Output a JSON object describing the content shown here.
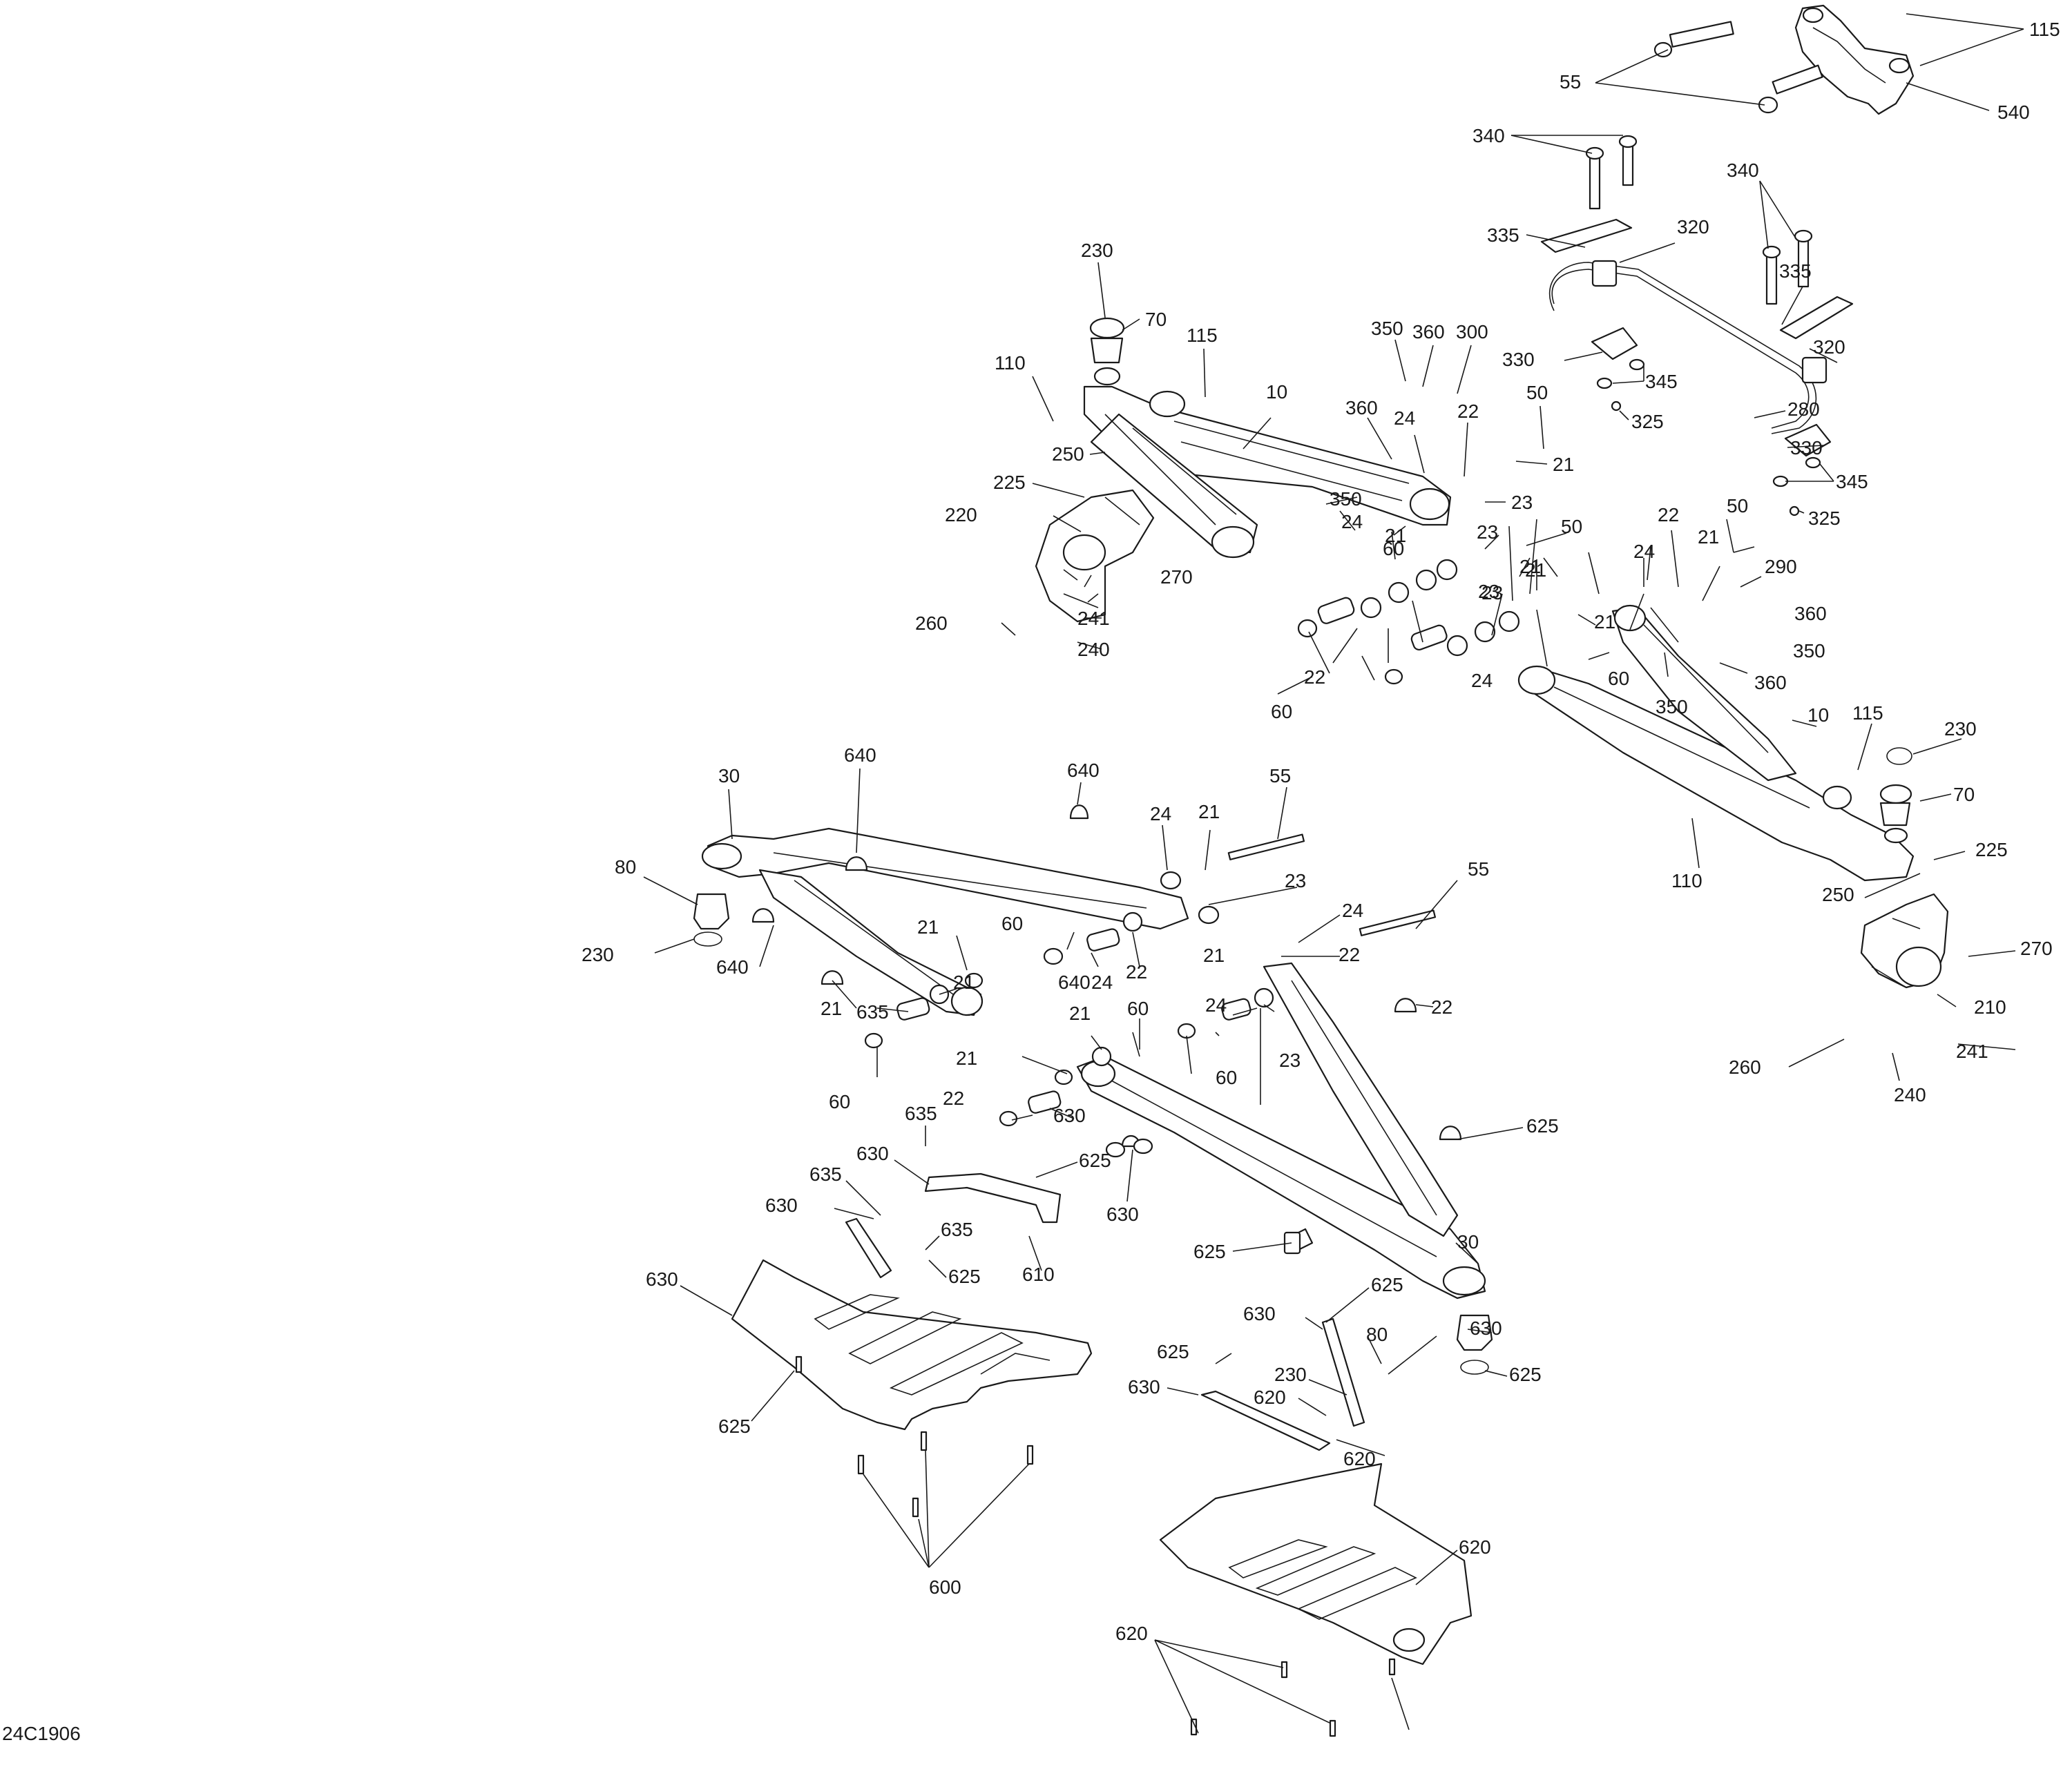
{
  "drawing_code": "24C1906",
  "callouts": [
    {
      "id": "c115a",
      "text": "115"
    },
    {
      "id": "c55a",
      "text": "55"
    },
    {
      "id": "c540",
      "text": "540"
    },
    {
      "id": "c340a",
      "text": "340"
    },
    {
      "id": "c340b",
      "text": "340"
    },
    {
      "id": "c335a",
      "text": "335"
    },
    {
      "id": "c320a",
      "text": "320"
    },
    {
      "id": "c335b",
      "text": "335"
    },
    {
      "id": "c320b",
      "text": "320"
    },
    {
      "id": "c330a",
      "text": "330"
    },
    {
      "id": "c345a",
      "text": "345"
    },
    {
      "id": "c325a",
      "text": "325"
    },
    {
      "id": "c280",
      "text": "280"
    },
    {
      "id": "c330b",
      "text": "330"
    },
    {
      "id": "c345b",
      "text": "345"
    },
    {
      "id": "c325b",
      "text": "325"
    },
    {
      "id": "c230a",
      "text": "230"
    },
    {
      "id": "c70a",
      "text": "70"
    },
    {
      "id": "c115b",
      "text": "115"
    },
    {
      "id": "c110a",
      "text": "110"
    },
    {
      "id": "c10a",
      "text": "10"
    },
    {
      "id": "c350a",
      "text": "350"
    },
    {
      "id": "c360a",
      "text": "360"
    },
    {
      "id": "c300",
      "text": "300"
    },
    {
      "id": "c250a",
      "text": "250"
    },
    {
      "id": "c360b",
      "text": "360"
    },
    {
      "id": "c24a",
      "text": "24"
    },
    {
      "id": "c22a",
      "text": "22"
    },
    {
      "id": "c50a",
      "text": "50"
    },
    {
      "id": "c21a",
      "text": "21"
    },
    {
      "id": "c225a",
      "text": "225"
    },
    {
      "id": "c350b",
      "text": "350"
    },
    {
      "id": "c23a",
      "text": "23"
    },
    {
      "id": "c220",
      "text": "220"
    },
    {
      "id": "c21b",
      "text": "21"
    },
    {
      "id": "c24b",
      "text": "24"
    },
    {
      "id": "c60a",
      "text": "60"
    },
    {
      "id": "c50b",
      "text": "50"
    },
    {
      "id": "c23b",
      "text": "23"
    },
    {
      "id": "c22b",
      "text": "22"
    },
    {
      "id": "c50c",
      "text": "50"
    },
    {
      "id": "c270a",
      "text": "270"
    },
    {
      "id": "c23c",
      "text": "23"
    },
    {
      "id": "c21c",
      "text": "21"
    },
    {
      "id": "c24c",
      "text": "24"
    },
    {
      "id": "c21d",
      "text": "21"
    },
    {
      "id": "c290",
      "text": "290"
    },
    {
      "id": "c260a",
      "text": "260"
    },
    {
      "id": "c241a",
      "text": "241"
    },
    {
      "id": "c23d",
      "text": "23"
    },
    {
      "id": "c240a",
      "text": "240"
    },
    {
      "id": "c21e",
      "text": "21"
    },
    {
      "id": "c360c",
      "text": "360"
    },
    {
      "id": "c21f",
      "text": "21"
    },
    {
      "id": "c60b",
      "text": "60"
    },
    {
      "id": "c350c",
      "text": "350"
    },
    {
      "id": "c22c",
      "text": "22"
    },
    {
      "id": "c24d",
      "text": "24"
    },
    {
      "id": "c360d",
      "text": "360"
    },
    {
      "id": "c350d",
      "text": "350"
    },
    {
      "id": "c60c",
      "text": "60"
    },
    {
      "id": "c10b",
      "text": "10"
    },
    {
      "id": "c115c",
      "text": "115"
    },
    {
      "id": "c230b",
      "text": "230"
    },
    {
      "id": "c70b",
      "text": "70"
    },
    {
      "id": "c225b",
      "text": "225"
    },
    {
      "id": "c110b",
      "text": "110"
    },
    {
      "id": "c250b",
      "text": "250"
    },
    {
      "id": "c270b",
      "text": "270"
    },
    {
      "id": "c210",
      "text": "210"
    },
    {
      "id": "c241b",
      "text": "241"
    },
    {
      "id": "c260b",
      "text": "260"
    },
    {
      "id": "c240b",
      "text": "240"
    },
    {
      "id": "c30a",
      "text": "30"
    },
    {
      "id": "c640a",
      "text": "640"
    },
    {
      "id": "c640b",
      "text": "640"
    },
    {
      "id": "c55b",
      "text": "55"
    },
    {
      "id": "c24e",
      "text": "24"
    },
    {
      "id": "c21g",
      "text": "21"
    },
    {
      "id": "c80a",
      "text": "80"
    },
    {
      "id": "c23e",
      "text": "23"
    },
    {
      "id": "c55c",
      "text": "55"
    },
    {
      "id": "c230c",
      "text": "230"
    },
    {
      "id": "c640c",
      "text": "640"
    },
    {
      "id": "c24f",
      "text": "24"
    },
    {
      "id": "c60d",
      "text": "60"
    },
    {
      "id": "c21h",
      "text": "21"
    },
    {
      "id": "c22d",
      "text": "22"
    },
    {
      "id": "c24g",
      "text": "24"
    },
    {
      "id": "c21i",
      "text": "21"
    },
    {
      "id": "c22e",
      "text": "22"
    },
    {
      "id": "c21j",
      "text": "21"
    },
    {
      "id": "c640d",
      "text": "640"
    },
    {
      "id": "c21k",
      "text": "21"
    },
    {
      "id": "c635a",
      "text": "635"
    },
    {
      "id": "c22f",
      "text": "22"
    },
    {
      "id": "c24h",
      "text": "24"
    },
    {
      "id": "c21l",
      "text": "21"
    },
    {
      "id": "c23f",
      "text": "23"
    },
    {
      "id": "c21m",
      "text": "21"
    },
    {
      "id": "c60e",
      "text": "60"
    },
    {
      "id": "c60f",
      "text": "60"
    },
    {
      "id": "c60g",
      "text": "60"
    },
    {
      "id": "c22g",
      "text": "22"
    },
    {
      "id": "c630a",
      "text": "630"
    },
    {
      "id": "c635b",
      "text": "635"
    },
    {
      "id": "c625a",
      "text": "625"
    },
    {
      "id": "c630b",
      "text": "630"
    },
    {
      "id": "c625b",
      "text": "625"
    },
    {
      "id": "c635c",
      "text": "635"
    },
    {
      "id": "c630c",
      "text": "630"
    },
    {
      "id": "c630d",
      "text": "630"
    },
    {
      "id": "c30b",
      "text": "30"
    },
    {
      "id": "c635d",
      "text": "635"
    },
    {
      "id": "c625c",
      "text": "625"
    },
    {
      "id": "c625d",
      "text": "625"
    },
    {
      "id": "c610",
      "text": "610"
    },
    {
      "id": "c630e",
      "text": "630"
    },
    {
      "id": "c625e",
      "text": "625"
    },
    {
      "id": "c630f",
      "text": "630"
    },
    {
      "id": "c80b",
      "text": "80"
    },
    {
      "id": "c630g",
      "text": "630"
    },
    {
      "id": "c625f",
      "text": "625"
    },
    {
      "id": "c230d",
      "text": "230"
    },
    {
      "id": "c625g",
      "text": "625"
    },
    {
      "id": "c630h",
      "text": "630"
    },
    {
      "id": "c620a",
      "text": "620"
    },
    {
      "id": "c625h",
      "text": "625"
    },
    {
      "id": "c620b",
      "text": "620"
    },
    {
      "id": "c600",
      "text": "600"
    },
    {
      "id": "c620c",
      "text": "620"
    },
    {
      "id": "c620d",
      "text": "620"
    }
  ]
}
